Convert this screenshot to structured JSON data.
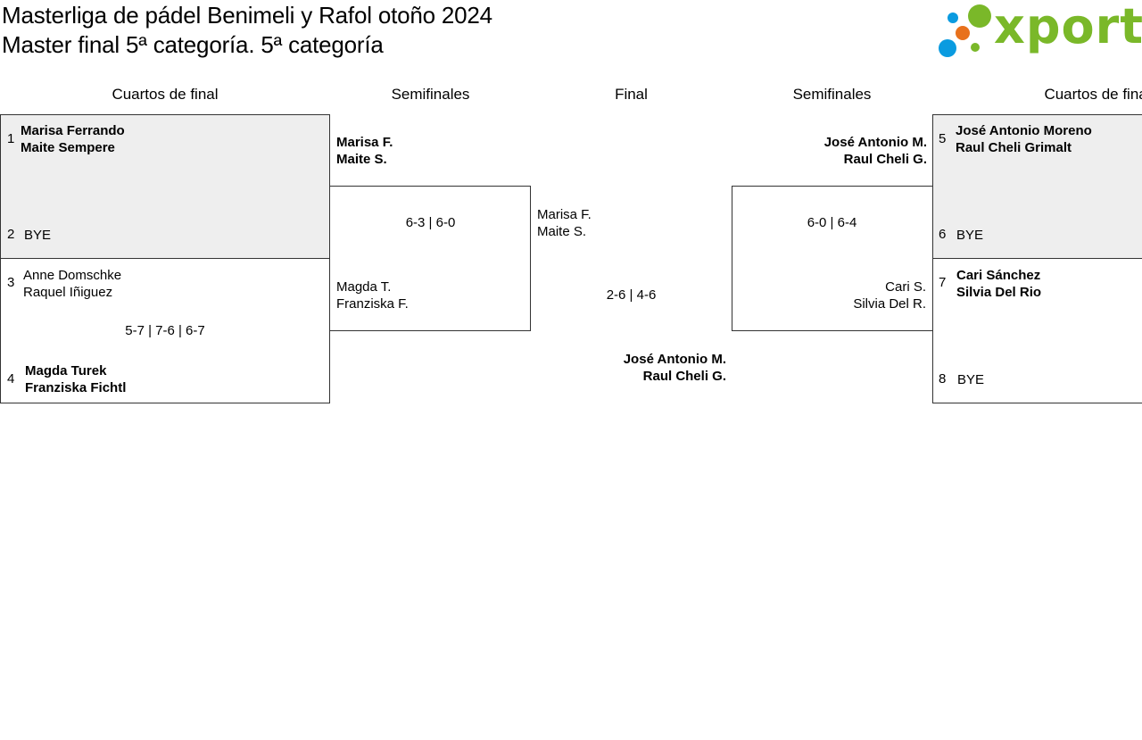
{
  "header": {
    "title_line1": "Masterliga de pádel Benimeli y Rafol otoño 2024",
    "title_line2": "Master final 5ª categoría. 5ª categoría",
    "logo_text": "xporty",
    "logo_colors": {
      "green": "#7ab829",
      "blue": "#0a9be0",
      "orange": "#e8711c"
    }
  },
  "columns": {
    "left_quarters": "Cuartos de final",
    "left_semis": "Semifinales",
    "final": "Final",
    "right_semis": "Semifinales",
    "right_quarters": "Cuartos de final"
  },
  "left_quarters": {
    "m1": {
      "seed_a": "1",
      "a1": "Marisa Ferrando",
      "a2": "Maite Sempere",
      "seed_b": "2",
      "b1": "BYE"
    },
    "m2": {
      "seed_a": "3",
      "a1": "Anne Domschke",
      "a2": "Raquel Iñiguez",
      "score": "5-7 | 7-6 | 6-7",
      "seed_b": "4",
      "b1": "Magda Turek",
      "b2": "Franziska Fichtl"
    }
  },
  "left_semi": {
    "top1": "Marisa F.",
    "top2": "Maite S.",
    "score": "6-3 | 6-0",
    "bot1": "Magda T.",
    "bot2": "Franziska F."
  },
  "final": {
    "top1": "Marisa F.",
    "top2": "Maite S.",
    "score": "2-6 | 4-6",
    "bot1": "José Antonio M.",
    "bot2": "Raul Cheli G."
  },
  "right_semi": {
    "top1": "José Antonio M.",
    "top2": "Raul Cheli G.",
    "score": "6-0 | 6-4",
    "bot1": "Cari S.",
    "bot2": "Silvia Del R."
  },
  "right_quarters": {
    "m1": {
      "seed_a": "5",
      "a1": "José Antonio Moreno",
      "a2": "Raul Cheli Grimalt",
      "seed_b": "6",
      "b1": "BYE"
    },
    "m2": {
      "seed_a": "7",
      "a1": "Cari Sánchez",
      "a2": "Silvia Del Rio",
      "seed_b": "8",
      "b1": "BYE"
    }
  }
}
